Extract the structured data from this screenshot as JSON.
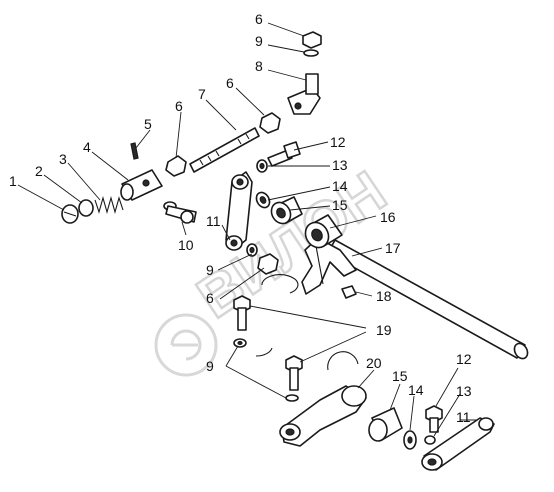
{
  "watermark": {
    "text": "ВИЛОН"
  },
  "callouts": [
    {
      "id": "c1",
      "text": "1"
    },
    {
      "id": "c2",
      "text": "2"
    },
    {
      "id": "c3",
      "text": "3"
    },
    {
      "id": "c4",
      "text": "4"
    },
    {
      "id": "c5",
      "text": "5"
    },
    {
      "id": "c6a",
      "text": "6"
    },
    {
      "id": "c7",
      "text": "7"
    },
    {
      "id": "c6b",
      "text": "6"
    },
    {
      "id": "c6c",
      "text": "6"
    },
    {
      "id": "c9a",
      "text": "9"
    },
    {
      "id": "c8",
      "text": "8"
    },
    {
      "id": "c12a",
      "text": "12"
    },
    {
      "id": "c13a",
      "text": "13"
    },
    {
      "id": "c14a",
      "text": "14"
    },
    {
      "id": "c15a",
      "text": "15"
    },
    {
      "id": "c16",
      "text": "16"
    },
    {
      "id": "c17",
      "text": "17"
    },
    {
      "id": "c10",
      "text": "10"
    },
    {
      "id": "c11a",
      "text": "11"
    },
    {
      "id": "c9b",
      "text": "9"
    },
    {
      "id": "c6d",
      "text": "6"
    },
    {
      "id": "c18",
      "text": "18"
    },
    {
      "id": "c19",
      "text": "19"
    },
    {
      "id": "c9c",
      "text": "9"
    },
    {
      "id": "c20",
      "text": "20"
    },
    {
      "id": "c15b",
      "text": "15"
    },
    {
      "id": "c14b",
      "text": "14"
    },
    {
      "id": "c12b",
      "text": "12"
    },
    {
      "id": "c13b",
      "text": "13"
    },
    {
      "id": "c11b",
      "text": "11"
    }
  ]
}
